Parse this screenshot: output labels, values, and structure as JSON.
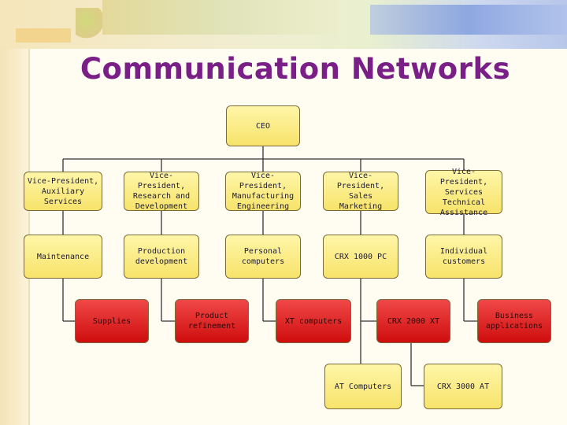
{
  "title": "Communication Networks",
  "nodes": {
    "ceo": "CEO",
    "vp_auxiliary": "Vice-President, Auxiliary Services",
    "vp_research": "Vice-President, Research and Development",
    "vp_manufacturing": "Vice-President, Manufacturing Engineering",
    "vp_sales": "Vice-President, Sales Marketing",
    "vp_services": "Vice-President, Services Technical Assistance",
    "maintenance": "Maintenance",
    "production_development": "Production development",
    "personal_computers": "Personal computers",
    "crx_1000_pc": "CRX 1000 PC",
    "individual_customers": "Individual customers",
    "supplies": "Supplies",
    "product_refinement": "Product refinement",
    "xt_computers": "XT computers",
    "crx_2000_xt": "CRX 2000 XT",
    "business_applications": "Business applications",
    "at_computers": "AT Computers",
    "crx_3000_at": "CRX 3000 AT"
  },
  "colors": {
    "title": "#7a1f87",
    "yellow_node": "#f7e36a",
    "red_node": "#d81414"
  }
}
